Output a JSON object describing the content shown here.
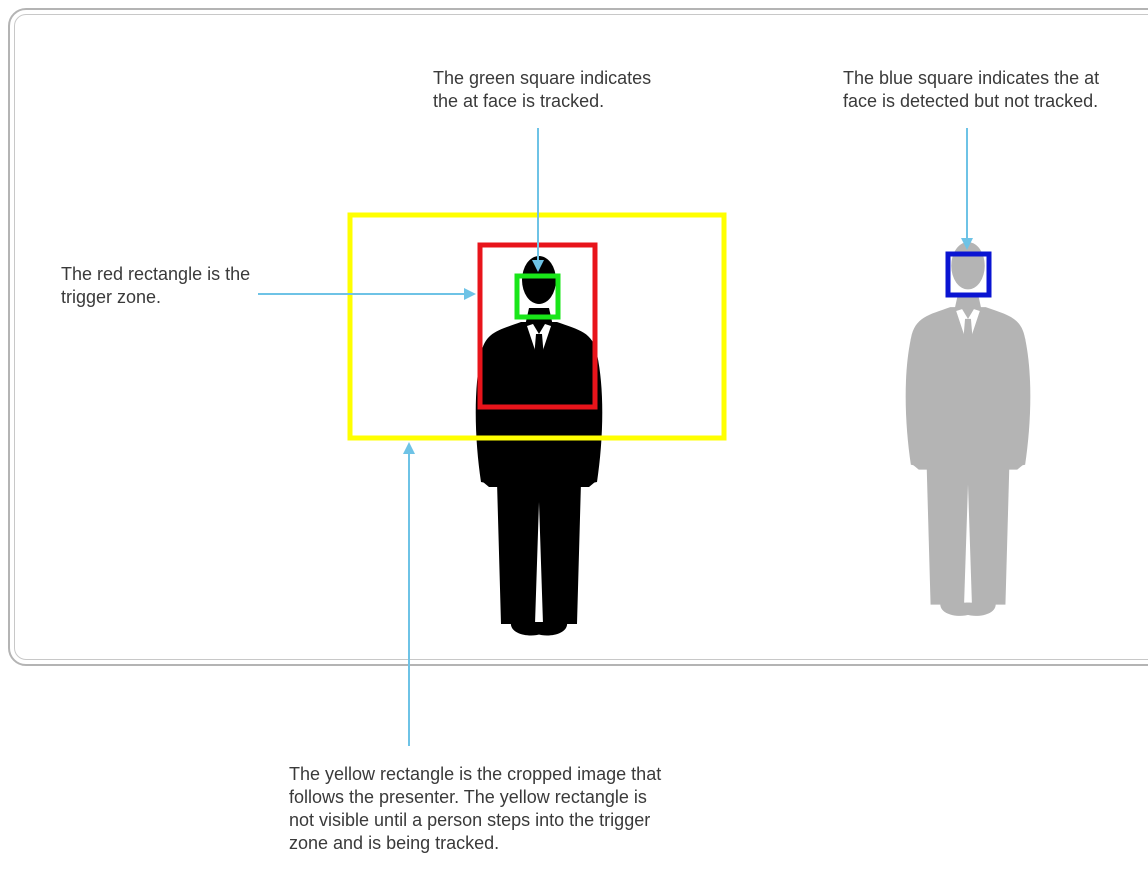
{
  "annotations": {
    "green_square": "The green square indicates the at face is tracked.",
    "blue_square": "The blue square indicates the at face is detected but not tracked.",
    "red_rectangle": "The red rectangle is the trigger zone.",
    "yellow_rectangle": "The yellow rectangle is the cropped image that follows the presenter. The yellow rectangle is not visible until a person steps into the trigger zone and is being tracked."
  },
  "colors": {
    "frame": "#b4b4b4",
    "yellow_rect": "#ffff00",
    "red_rect": "#e8141b",
    "green_square": "#19e619",
    "blue_square": "#0a14d2",
    "arrow": "#6ec3e6",
    "tracked_person": "#000000",
    "untracked_person": "#b4b4b4"
  },
  "figures": {
    "tracked_person": "person-silhouette-icon",
    "untracked_person": "person-silhouette-icon"
  }
}
